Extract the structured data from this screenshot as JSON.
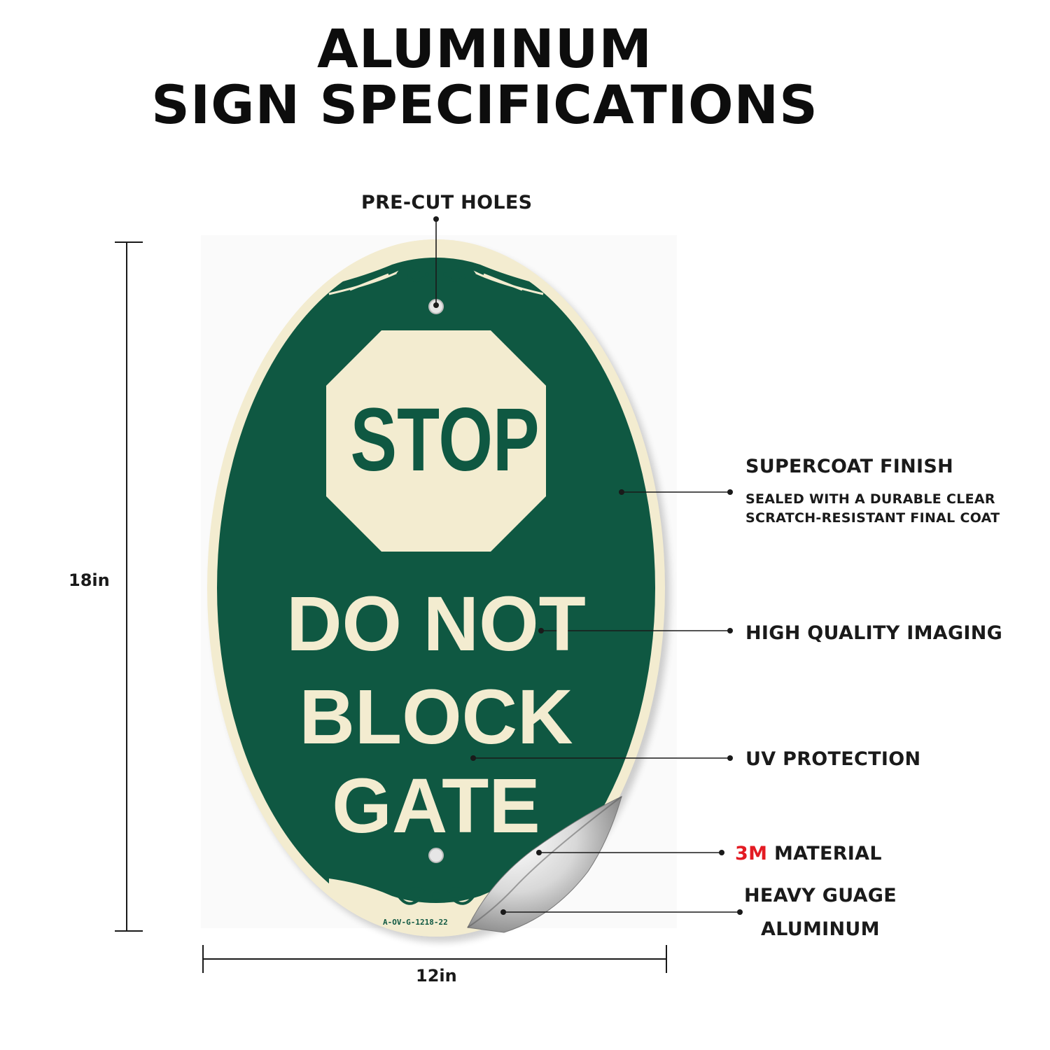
{
  "title": {
    "line1": "ALUMINUM",
    "line2": "SIGN SPECIFICATIONS"
  },
  "sign": {
    "stop_text": "STOP",
    "message_lines": [
      "DO NOT",
      "BLOCK",
      "GATE"
    ],
    "product_code": "A-OV-G-1218-22",
    "colors": {
      "background": "#0f5842",
      "border": "#f3ecd0"
    }
  },
  "dimensions": {
    "height": "18in",
    "width": "12in"
  },
  "callouts": {
    "precut_holes": "PRE-CUT HOLES",
    "supercoat_title": "SUPERCOAT FINISH",
    "supercoat_desc_1": "SEALED WITH A DURABLE CLEAR",
    "supercoat_desc_2": "SCRATCH-RESISTANT FINAL COAT",
    "imaging": "HIGH QUALITY IMAGING",
    "uv": "UV PROTECTION",
    "material_brand": "3M",
    "material_rest": " MATERIAL",
    "aluminum_1": "HEAVY GUAGE",
    "aluminum_2": "ALUMINUM"
  }
}
